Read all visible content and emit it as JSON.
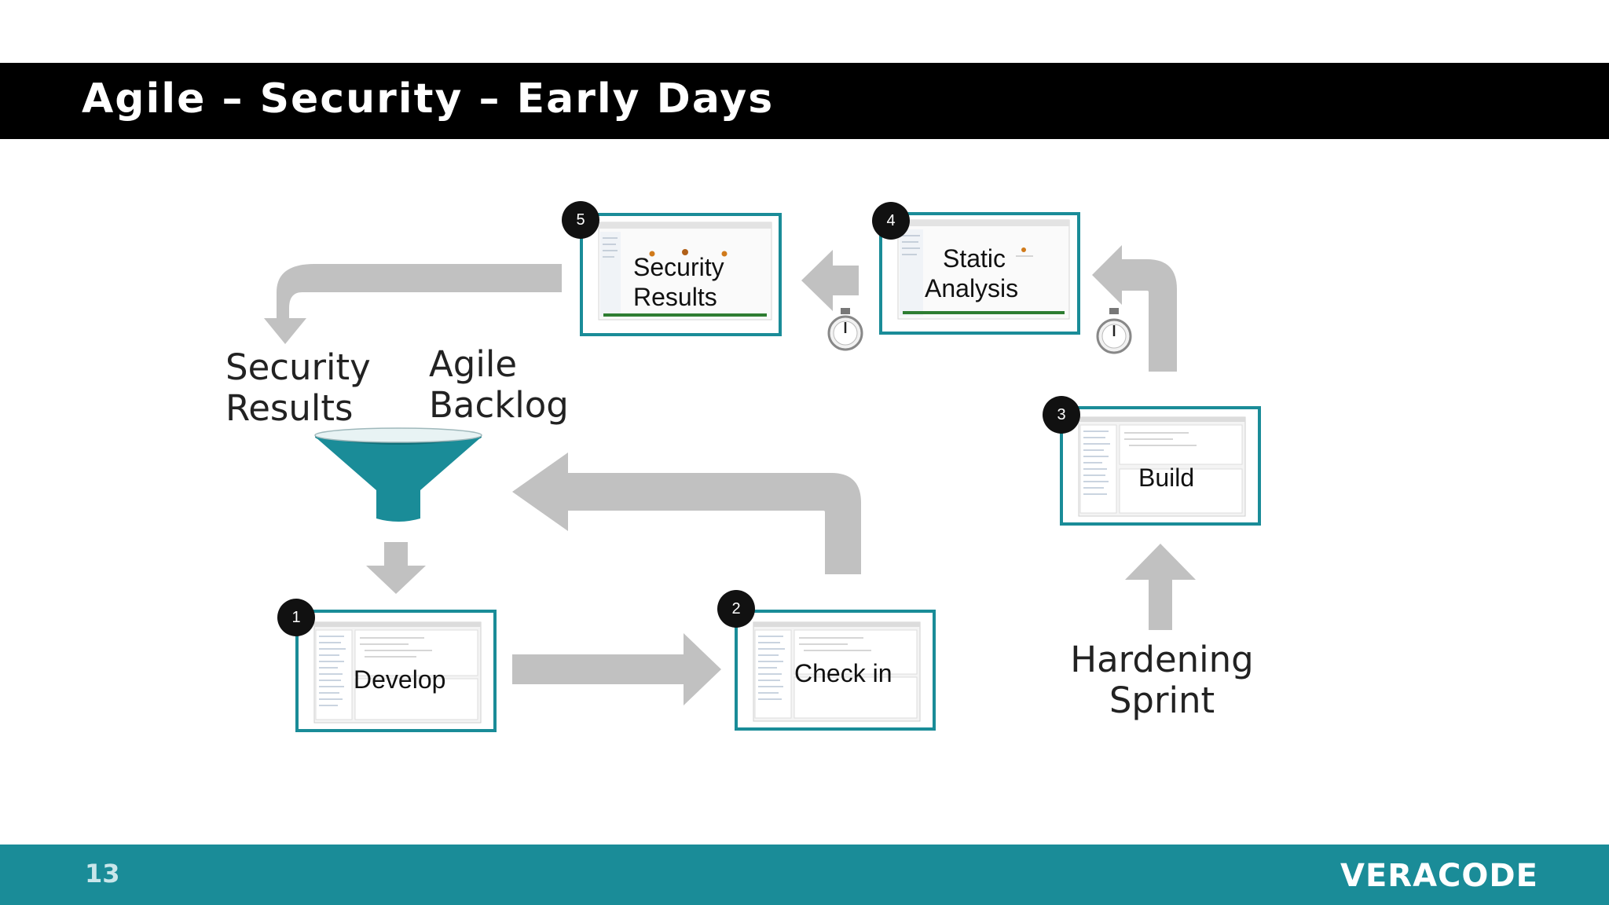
{
  "slide": {
    "title": "Agile – Security – Early Days",
    "page_number": "13",
    "brand": "VERACODE"
  },
  "labels": {
    "security_results_line1": "Security",
    "security_results_line2": "Results",
    "agile_backlog_line1": "Agile",
    "agile_backlog_line2": "Backlog",
    "hardening_line1": "Hardening",
    "hardening_line2": "Sprint"
  },
  "steps": [
    {
      "number": "1",
      "label": "Develop"
    },
    {
      "number": "2",
      "label": "Check in"
    },
    {
      "number": "3",
      "label": "Build"
    },
    {
      "number": "4",
      "label_line1": "Static",
      "label_line2": "Analysis"
    },
    {
      "number": "5",
      "label_line1": "Security",
      "label_line2": "Results"
    }
  ],
  "colors": {
    "accent": "#1a8c98",
    "arrow": "#c1c1c1",
    "funnel": "#1a8c98",
    "title_bar": "#000000"
  }
}
